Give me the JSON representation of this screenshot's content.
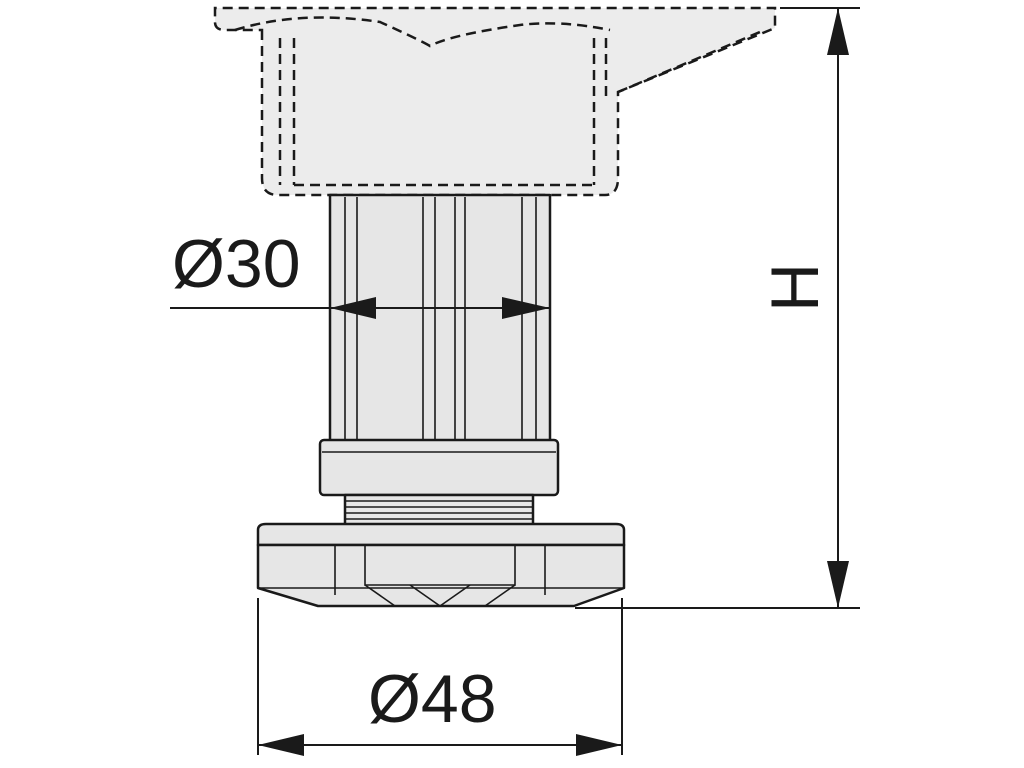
{
  "dimensions": {
    "shaft_diameter": "Ø30",
    "base_diameter": "Ø48",
    "height": "H"
  }
}
